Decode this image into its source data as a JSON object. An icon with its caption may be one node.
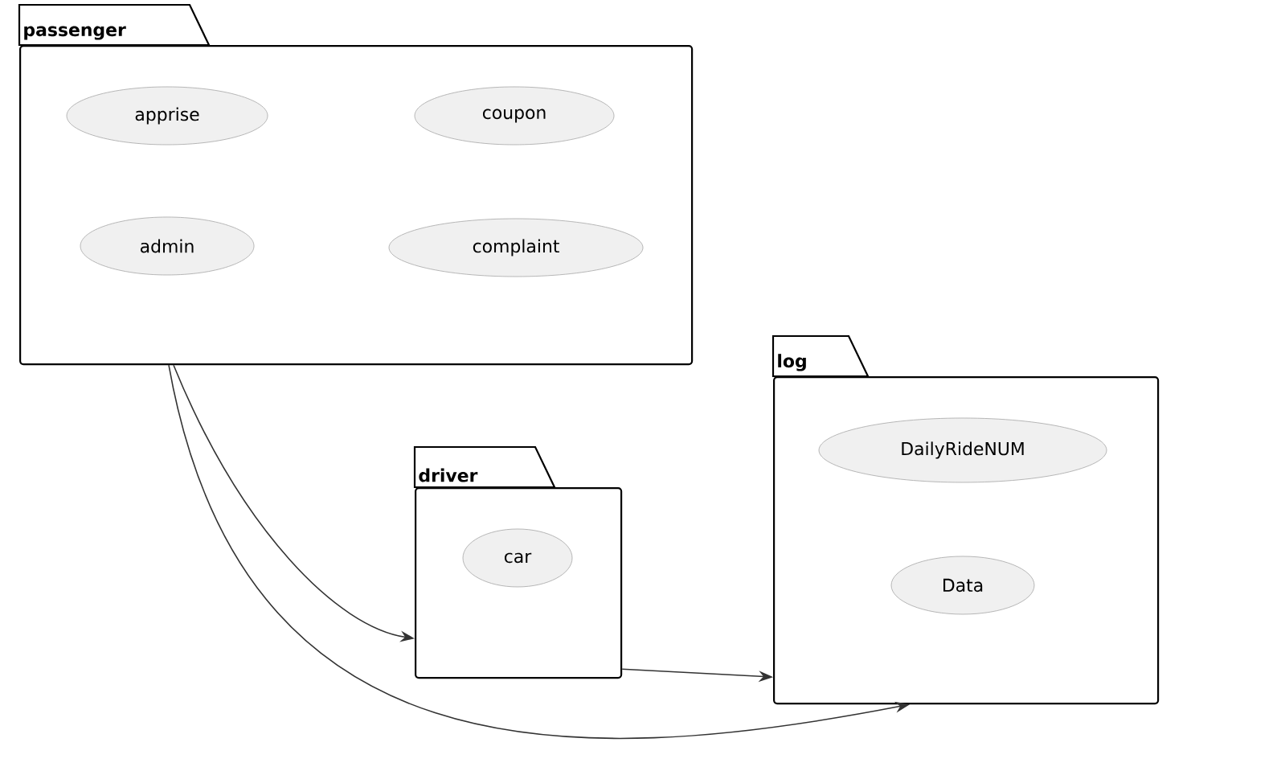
{
  "diagram": {
    "nodes": [
      {
        "text": [
          "passenger"
        ]
      },
      {
        "text": [
          "apprise"
        ],
        "in": 0
      },
      {
        "text": [
          "coupon"
        ],
        "in": 0
      },
      {
        "text": [
          "admin"
        ],
        "in": 0
      },
      {
        "text": [
          "complaint"
        ],
        "in": 0
      },
      {
        "text": [
          "driver"
        ]
      },
      {
        "text": [
          "car"
        ],
        "in": 5
      },
      {
        "text": [
          "log"
        ]
      },
      {
        "text": [
          "DailyRideNUM"
        ],
        "in": 7
      },
      {
        "text": [
          "Data"
        ],
        "in": 7
      }
    ],
    "edges": [
      {
        "from": 0,
        "to": 5,
        "arrow": "to"
      },
      {
        "from": 0,
        "to": 7,
        "arrow": "to"
      },
      {
        "from": 5,
        "to": 7,
        "arrow": "to"
      }
    ]
  }
}
